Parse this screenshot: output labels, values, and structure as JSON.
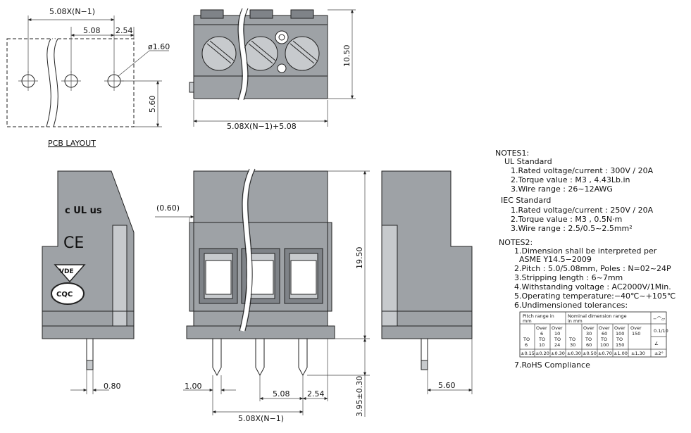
{
  "pcb_layout": {
    "label": "PCB LAYOUT",
    "dim_total": "5.08X(N−1)",
    "dim_pitch": "5.08",
    "dim_offset": "2.54",
    "dim_hole": "ø1.60",
    "dim_depth": "5.60"
  },
  "top_view": {
    "dim_width": "5.08X(N−1)+5.08",
    "dim_height": "10.50"
  },
  "side_left": {
    "dim_pin": "0.80",
    "logos": [
      "c UL us",
      "CE",
      "VDE",
      "CQC"
    ]
  },
  "front_view": {
    "dim_wall": "(0.60)",
    "dim_pin": "1.00",
    "dim_pitch": "5.08",
    "dim_offset": "2.54",
    "dim_total": "5.08X(N−1)",
    "dim_height": "19.50",
    "dim_pin_length": "3.95±0.30"
  },
  "side_right": {
    "dim_depth": "5.60"
  },
  "notes1": {
    "title": "NOTES1:",
    "ul_title": "UL Standard",
    "ul_items": [
      "1.Rated voltage/current : 300V / 20A",
      "2.Torque value : M3 , 4.43Lb.in",
      "3.Wire range : 26~12AWG"
    ],
    "iec_title": "IEC Standard",
    "iec_items": [
      "1.Rated voltage/current : 250V / 20A",
      "2.Torque value : M3 , 0.5N·m",
      "3.Wire range : 2.5/0.5~2.5mm²"
    ]
  },
  "notes2": {
    "title": "NOTES2:",
    "items": [
      "1.Dimension shall be interpreted per",
      "ASME Y14.5−2009",
      "2.Pitch : 5.0/5.08mm, Poles : N=02~24P",
      "3.Stripping length : 6~7mm",
      "4.Withstanding voltage : AC2000V/1Min.",
      "5.Operating temperature:−40℃~+105℃",
      "6.Undimensioned tolerances:"
    ],
    "last_item": "7.RoHS Compliance"
  },
  "tolerance_table": {
    "header_pitch": [
      "Pitch range in",
      "mm"
    ],
    "header_nominal": [
      "Nominal dimension range",
      "in mm"
    ],
    "header_angle": "−⌒▱",
    "angle_tol_1": "0.1/10",
    "angle_sym": "∠",
    "angle_tol_2": "±2°",
    "pitch_cols": [
      [
        "",
        "",
        "TO",
        "6"
      ],
      [
        "Over",
        "6",
        "TO",
        "10"
      ],
      [
        "Over",
        "10",
        "TO",
        "24"
      ]
    ],
    "nominal_cols": [
      [
        "",
        "",
        "TO",
        "30"
      ],
      [
        "Over",
        "30",
        "TO",
        "60"
      ],
      [
        "Over",
        "60",
        "TO",
        "100"
      ],
      [
        "Over",
        "100",
        "TO",
        "150"
      ],
      [
        "Over",
        "150",
        "",
        ""
      ]
    ],
    "tolerances": [
      "±0.15",
      "±0.20",
      "±0.30",
      "±0.30",
      "±0.50",
      "±0.70",
      "±1.00",
      "±1.30"
    ]
  }
}
